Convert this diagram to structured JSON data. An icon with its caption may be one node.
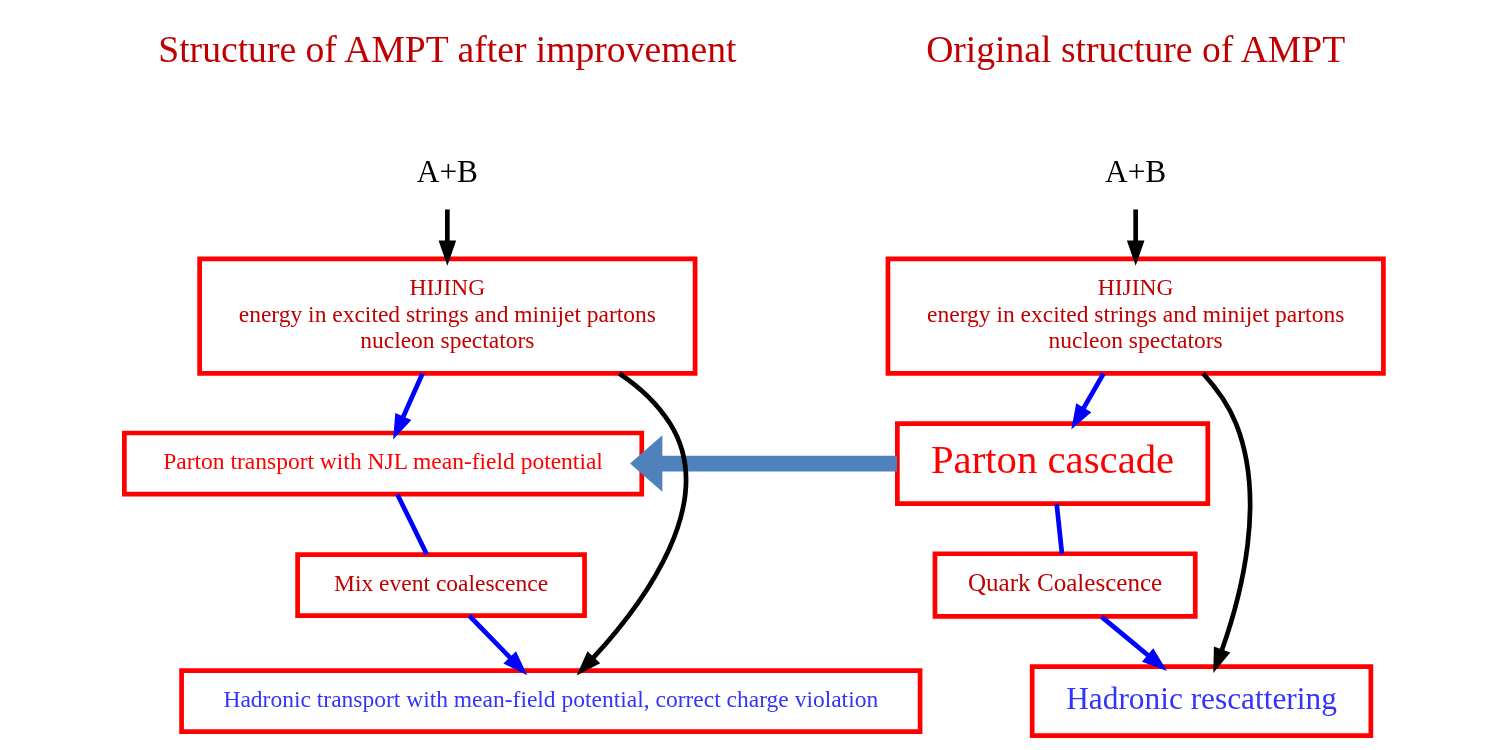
{
  "diagram": {
    "nodes": [
      {
        "text": [
          "A+B"
        ]
      },
      {
        "text": [
          "HIJING",
          "energy in excited strings and minijet partons",
          "nucleon spectators"
        ]
      },
      {
        "text": [
          "Parton cascade"
        ]
      },
      {
        "text": [
          "Quark Coalescence"
        ]
      },
      {
        "text": [
          "Hadronic rescattering"
        ]
      },
      {
        "text": [
          "A+B"
        ]
      },
      {
        "text": [
          "HIJING",
          "energy in excited strings and minijet partons",
          "nucleon spectators"
        ]
      },
      {
        "text": [
          "Parton transport with NJL mean-field potential"
        ]
      },
      {
        "text": [
          "Mix event coalescence"
        ]
      },
      {
        "text": [
          "Hadronic transport with mean-field potential, correct charge violation"
        ]
      }
    ],
    "edges": [
      {
        "from": 0,
        "to": 1,
        "arrow": "to",
        "color": "#000000"
      },
      {
        "from": 1,
        "to": 2,
        "arrow": "to"
      },
      {
        "from": 2,
        "to": 3,
        "arrow": "none"
      },
      {
        "from": 3,
        "to": 4,
        "arrow": "to"
      },
      {
        "from": 1,
        "to": 4,
        "arrow": "to",
        "color": "#000000"
      },
      {
        "from": 2,
        "to": 7,
        "arrow": "to",
        "style": "thick",
        "color": "#4f81bd"
      },
      {
        "from": 5,
        "to": 6,
        "arrow": "to",
        "color": "#000000"
      },
      {
        "from": 6,
        "to": 7,
        "arrow": "to"
      },
      {
        "from": 7,
        "to": 8,
        "arrow": "none"
      },
      {
        "from": 8,
        "to": 9,
        "arrow": "to"
      },
      {
        "from": 6,
        "to": 9,
        "arrow": "to",
        "color": "#000000"
      }
    ],
    "labels": [
      "Original structure of AMPT",
      "Structure of AMPT after improvement"
    ]
  }
}
